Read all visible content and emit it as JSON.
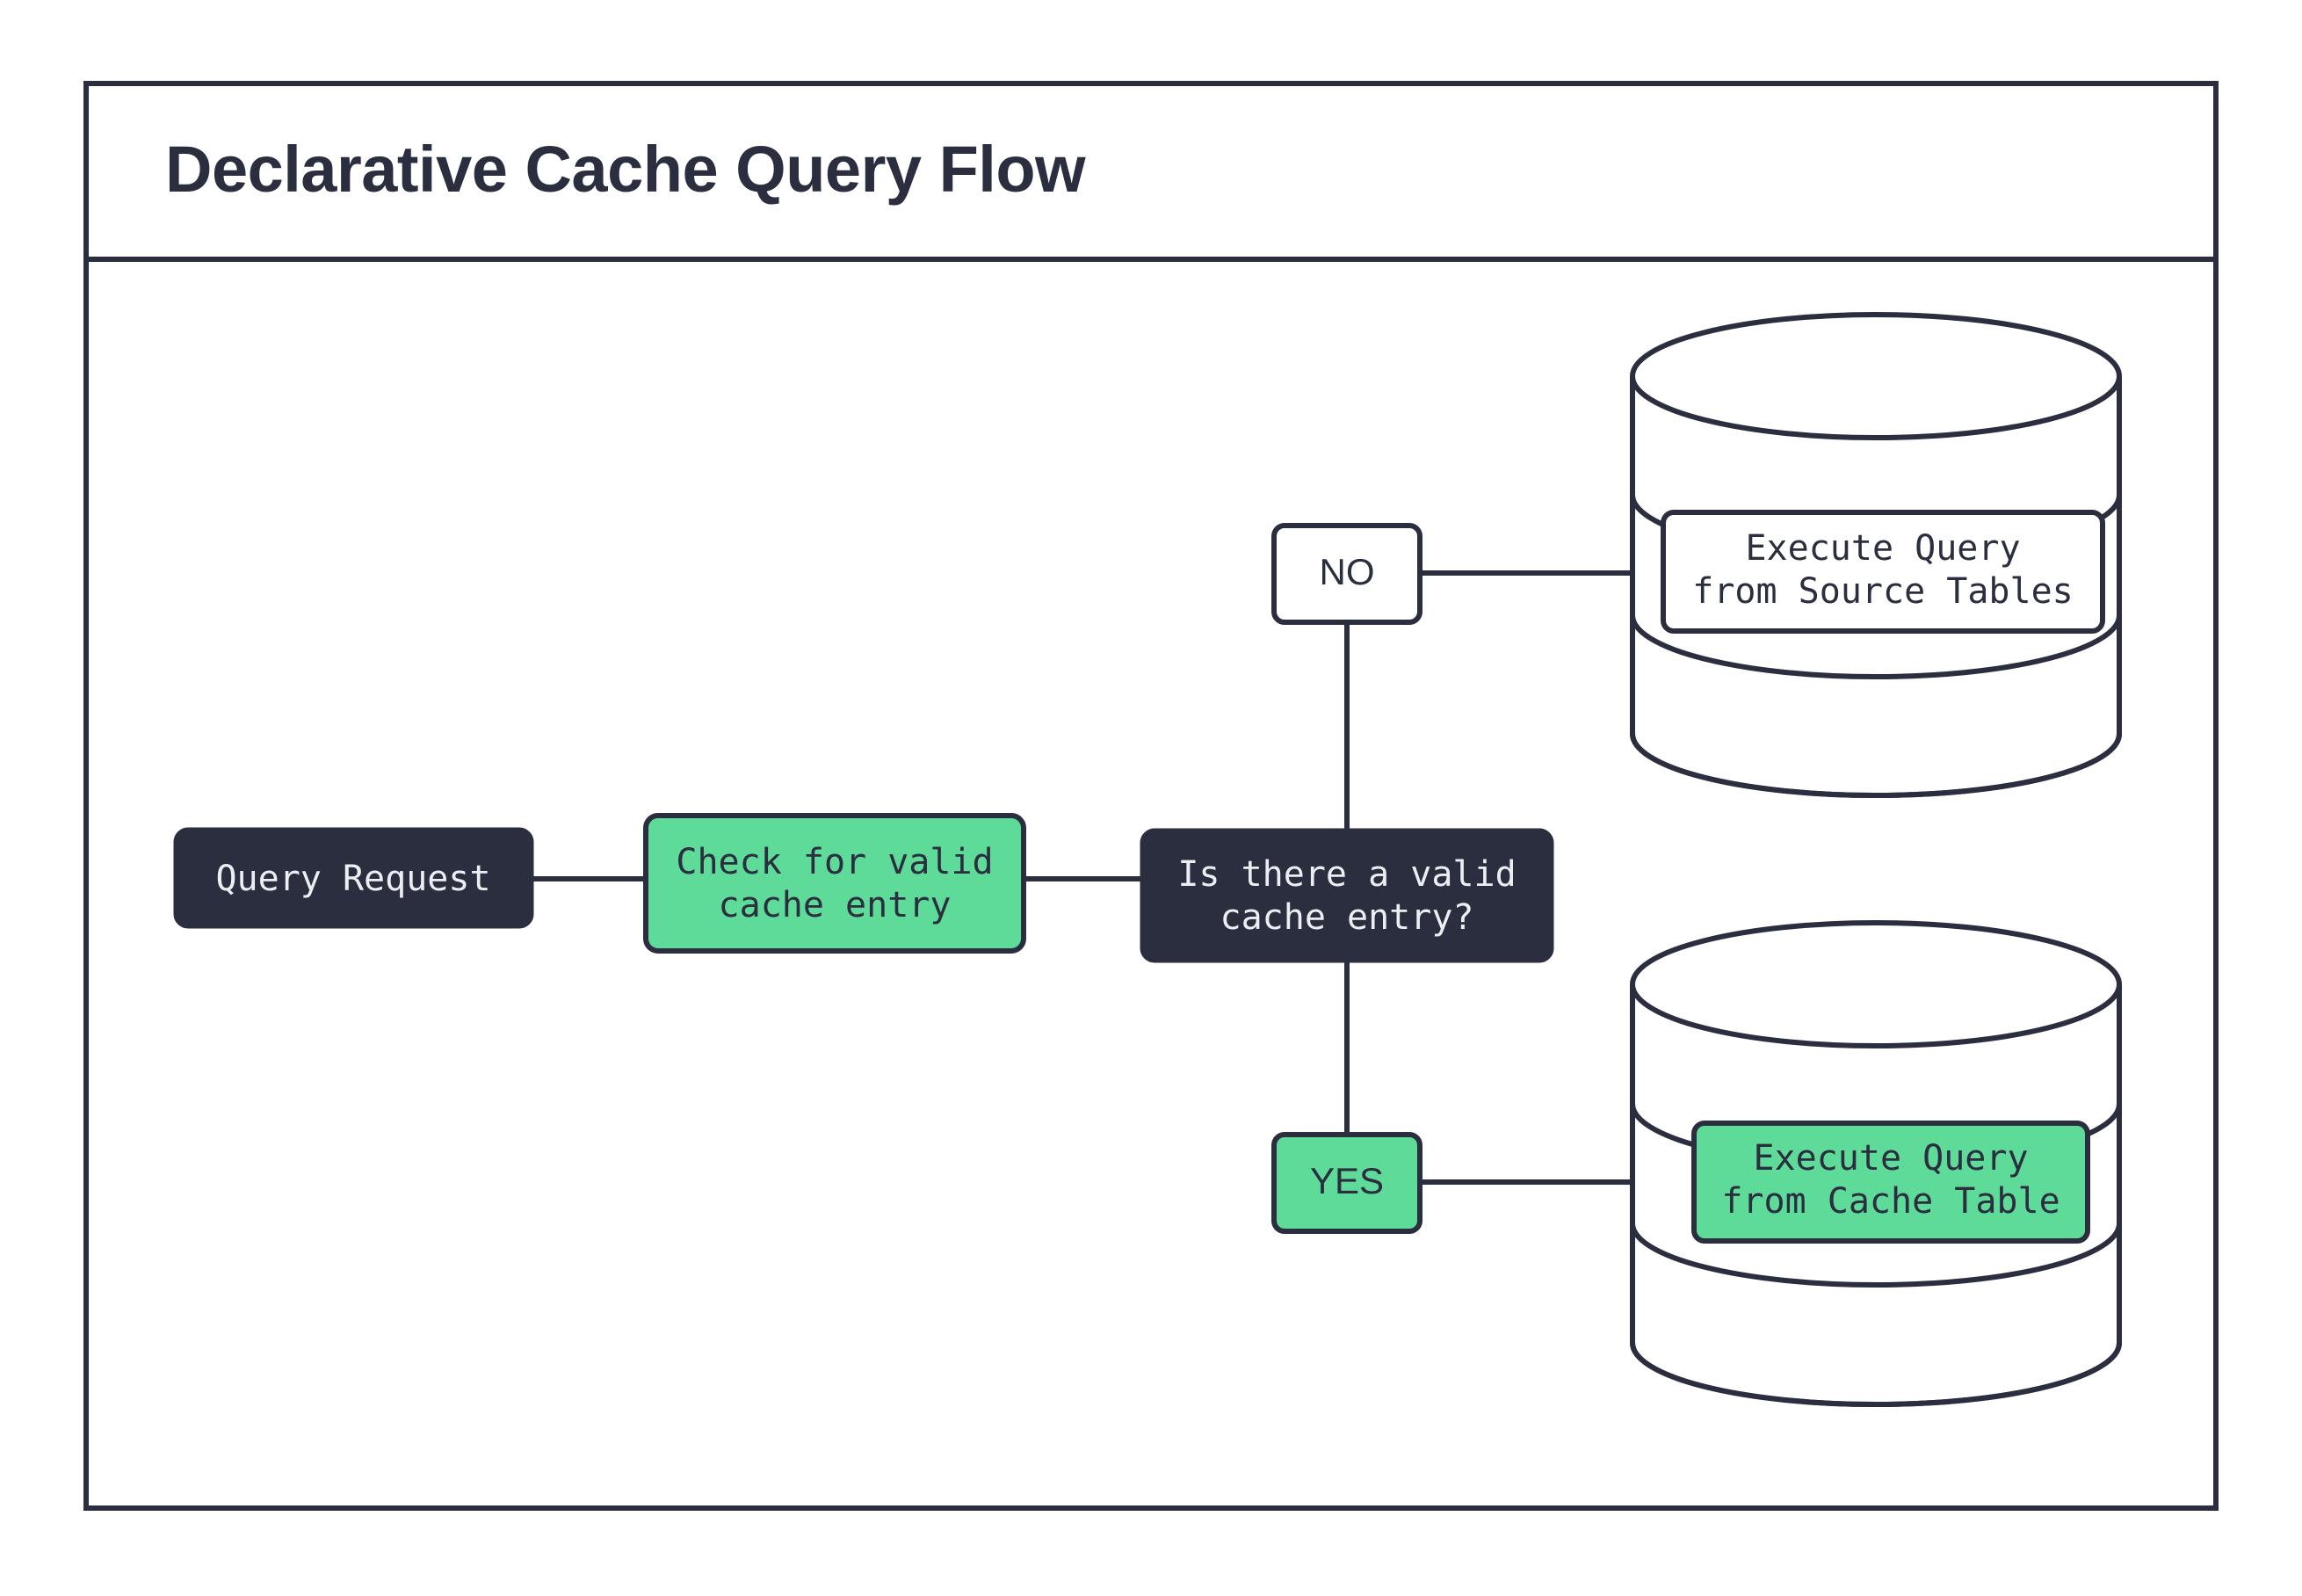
{
  "diagram": {
    "title": "Declarative Cache Query Flow",
    "colors": {
      "dark": "#2a2e3f",
      "green": "#5eda99",
      "white": "#ffffff",
      "text_light": "#eceef3"
    },
    "nodes": {
      "query_request": {
        "label": "Query Request",
        "style": "dark"
      },
      "check_cache": {
        "line1": "Check for valid",
        "line2": "cache entry",
        "style": "green"
      },
      "decision": {
        "line1": "Is there a valid",
        "line2": "cache entry?",
        "style": "dark"
      },
      "branch_no": {
        "label": "NO",
        "style": "white"
      },
      "branch_yes": {
        "label": "YES",
        "style": "green"
      },
      "source_tables": {
        "line1": "Execute Query",
        "line2": "from Source Tables",
        "style": "white",
        "shape": "database"
      },
      "cache_table": {
        "line1": "Execute Query",
        "line2": "from Cache Table",
        "style": "green",
        "shape": "database"
      }
    },
    "edges": [
      {
        "from": "query_request",
        "to": "check_cache",
        "label": ""
      },
      {
        "from": "check_cache",
        "to": "decision",
        "label": ""
      },
      {
        "from": "decision",
        "to": "source_tables",
        "label": "NO"
      },
      {
        "from": "decision",
        "to": "cache_table",
        "label": "YES"
      }
    ]
  }
}
